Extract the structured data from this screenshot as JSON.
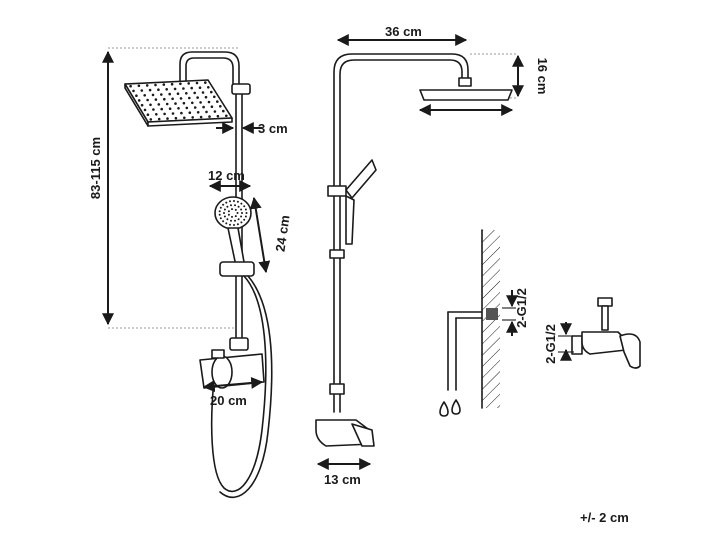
{
  "labels": {
    "arm_width": "36 cm",
    "head_height": "16 cm",
    "arm_offset": "3 cm",
    "total_height": "83-115 cm",
    "hand_width": "12 cm",
    "hand_length": "24 cm",
    "mixer_width": "20 cm",
    "mixer_depth": "13 cm",
    "thread_top": "2-G1/2",
    "thread_bottom": "2-G1/2",
    "tolerance": "+/- 2 cm"
  }
}
